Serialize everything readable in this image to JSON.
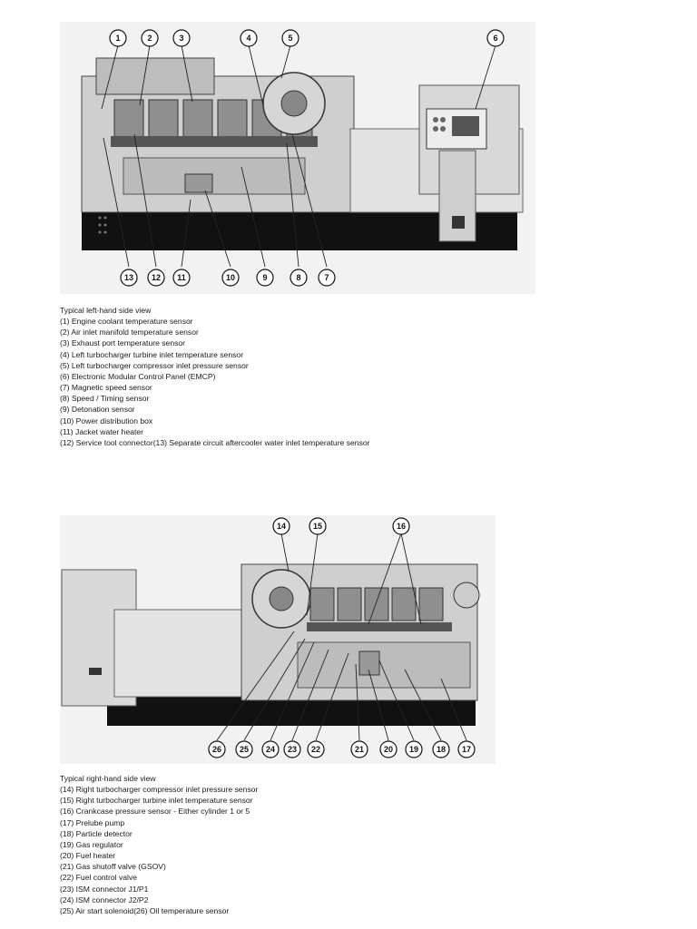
{
  "left_view": {
    "caption_title": "Typical left-hand side view",
    "items": [
      "(1) Engine coolant temperature sensor",
      "(2) Air inlet manifold temperature sensor",
      "(3) Exhaust port temperature sensor",
      "(4) Left turbocharger turbine inlet temperature sensor",
      "(5) Left turbocharger compressor inlet pressure sensor",
      "(6) Electronic Modular Control Panel (EMCP)",
      "(7) Magnetic speed sensor",
      "(8) Speed / Timing sensor",
      "(9) Detonation sensor",
      "(10) Power distribution box",
      "(11) Jacket water heater",
      "(12) Service tool connector(13) Separate circuit aftercooler water inlet temperature sensor"
    ],
    "callouts_top": [
      "1",
      "2",
      "3",
      "4",
      "5",
      "6"
    ],
    "callouts_bottom": [
      "13",
      "12",
      "11",
      "10",
      "9",
      "8",
      "7"
    ]
  },
  "right_view": {
    "caption_title": "Typical right-hand side view",
    "items": [
      "(14) Right turbocharger compressor inlet pressure sensor",
      "(15) Right turbocharger turbine inlet temperature sensor",
      "(16) Crankcase pressure sensor - Either cylinder 1 or 5",
      "(17) Prelube pump",
      "(18) Particle detector",
      "(19) Gas regulator",
      "(20) Fuel heater",
      "(21) Gas shutoff valve (GSOV)",
      "(22) Fuel control valve",
      "(23) ISM connector J1/P1",
      "(24) ISM connector J2/P2",
      "(25) Air start solenoid(26) Oil temperature sensor"
    ],
    "callouts_top": [
      "14",
      "15",
      "16"
    ],
    "callouts_bottom": [
      "26",
      "25",
      "24",
      "23",
      "22",
      "21",
      "20",
      "19",
      "18",
      "17"
    ]
  }
}
